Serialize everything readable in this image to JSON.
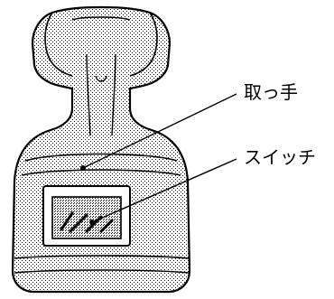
{
  "labels": {
    "handle": "取っ手",
    "switch": "スイッチ"
  },
  "colors": {
    "outline": "#000000",
    "background": "#ffffff",
    "stipple": "#000000"
  },
  "icons": {
    "device": "handheld-device-illustration"
  }
}
